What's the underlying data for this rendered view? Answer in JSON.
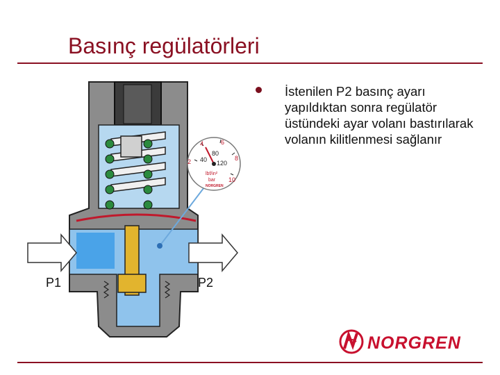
{
  "slide": {
    "title": "Basınç regülatörleri",
    "bullet": "İstenilen P2 basınç ayarı yapıldıktan sonra regülatör üstündeki ayar volanı bastırılarak volanın kilitlenmesi sağlanır"
  },
  "diagram": {
    "inlet_label": "P1",
    "outlet_label": "P2",
    "gauge": {
      "bar_ticks": [
        "2",
        "4",
        "6",
        "8",
        "10"
      ],
      "psi_ticks": [
        "40",
        "80",
        "120"
      ],
      "unit_psi": "lbf/in²",
      "unit_bar": "bar",
      "brand": "NORGREN"
    }
  },
  "logo": {
    "text": "NORGREN"
  },
  "colors": {
    "accent": "#8a1022",
    "brand_red": "#c8102e",
    "fluid_blue": "#a9d2ef",
    "body_gray": "#8c8c8c"
  }
}
